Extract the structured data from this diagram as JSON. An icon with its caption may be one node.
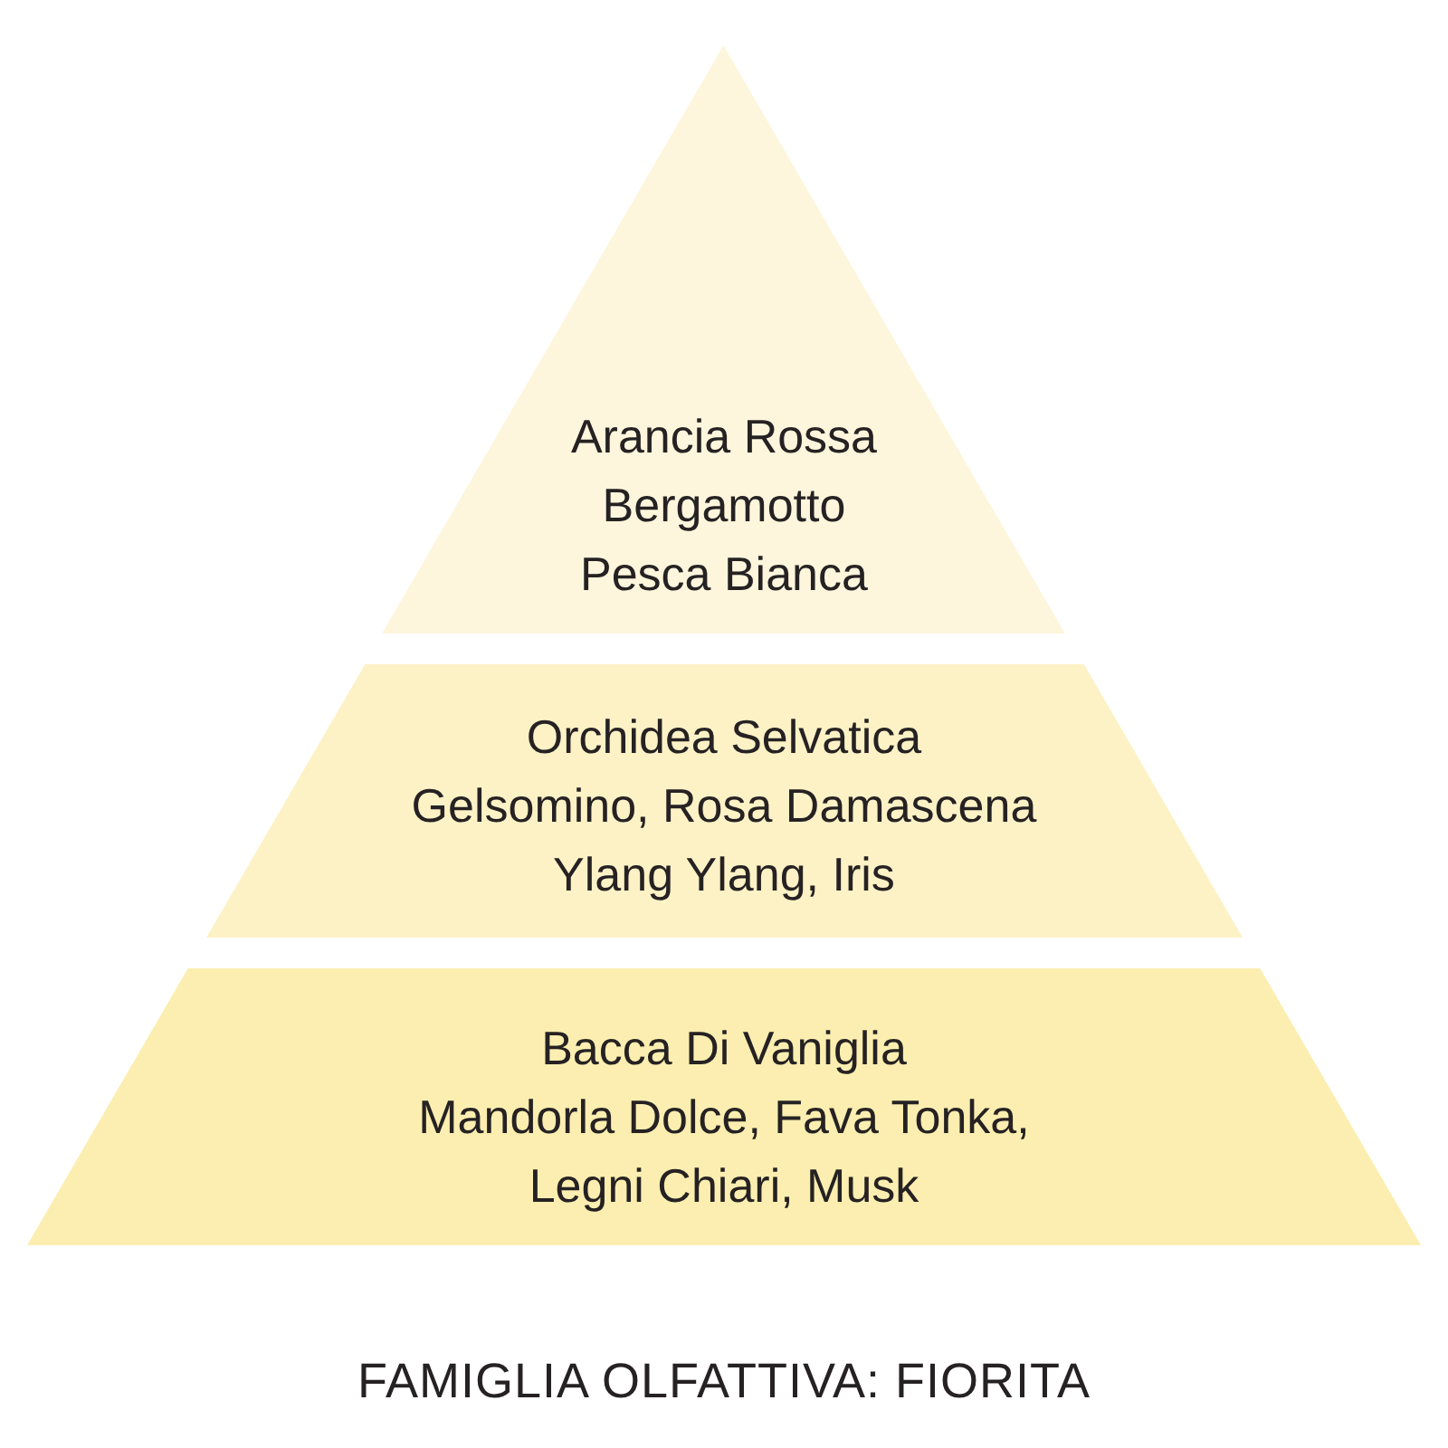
{
  "diagram": {
    "caption": "FAMIGLIA OLFATTIVA: FIORITA",
    "nodes": [
      {
        "text": [
          "Arancia Rossa",
          "Bergamotto",
          "Pesca Bianca"
        ]
      },
      {
        "text": [
          "Orchidea Selvatica",
          "Gelsomino, Rosa Damascena",
          "Ylang Ylang, Iris"
        ]
      },
      {
        "text": [
          "Bacca Di Vaniglia",
          "Mandorla Dolce, Fava Tonka, Legni Chiari, Musk"
        ]
      }
    ],
    "edges": []
  }
}
